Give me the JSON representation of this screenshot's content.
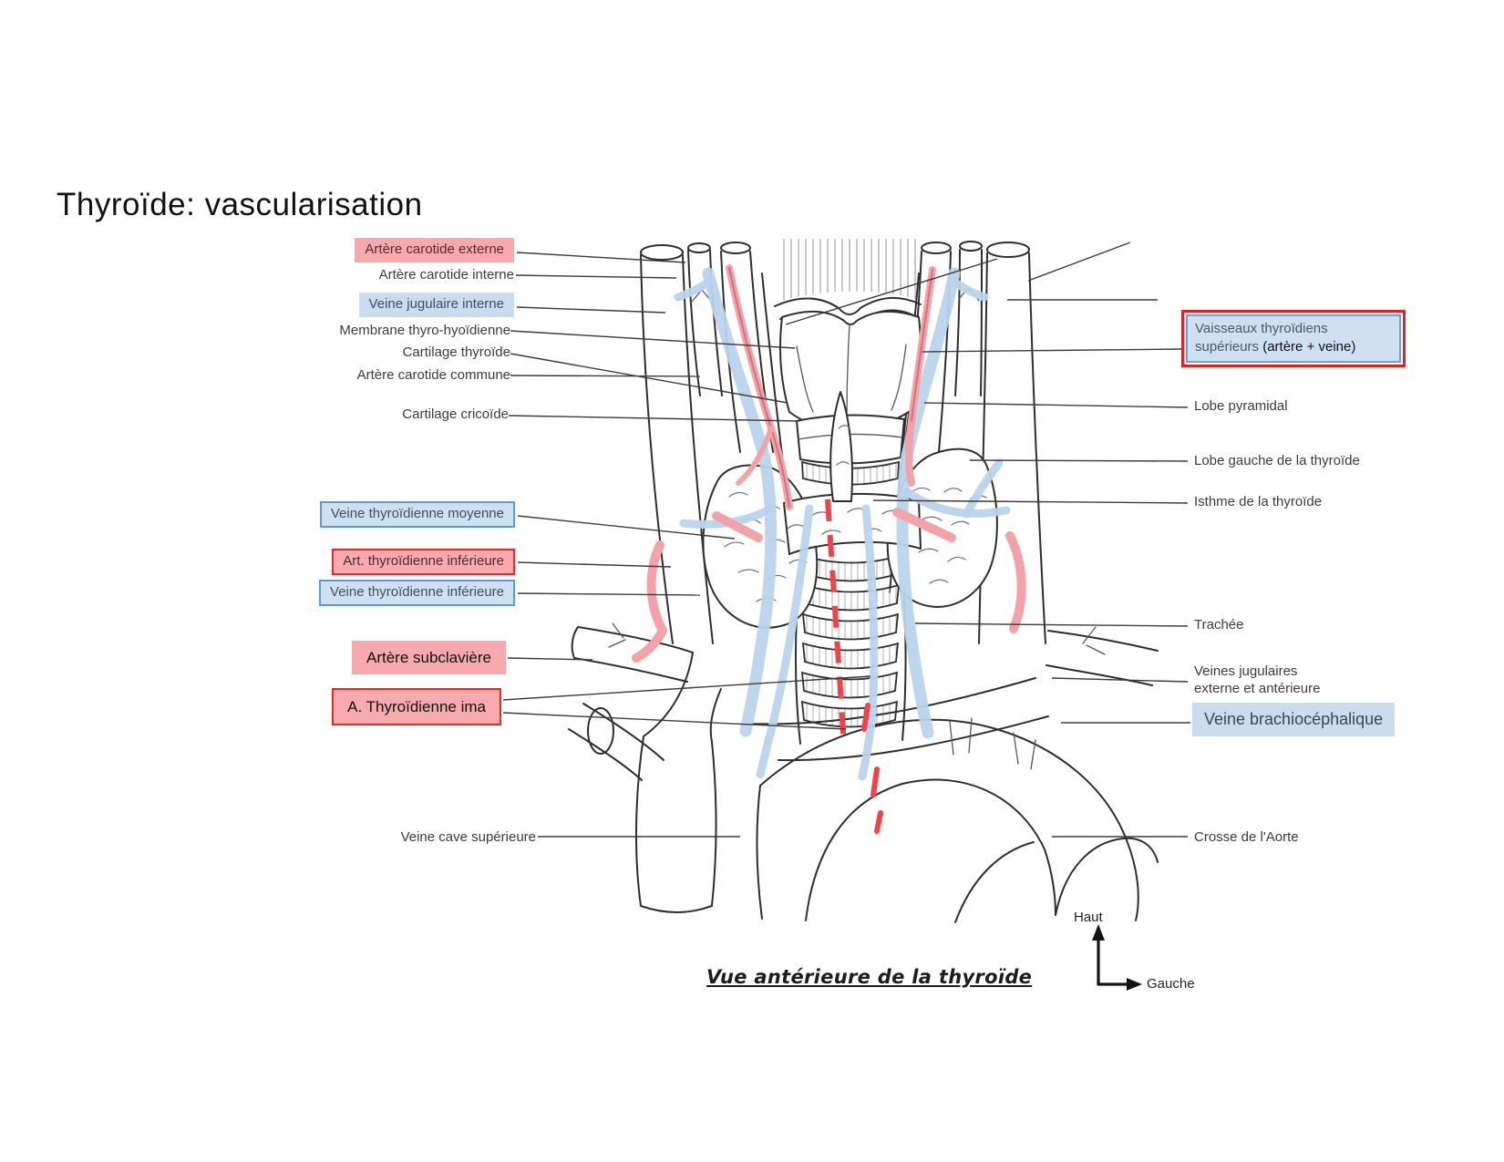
{
  "page": {
    "title": "Thyroïde: vascularisation",
    "caption": "Vue antérieure de la thyroïde"
  },
  "compass": {
    "up_label": "Haut",
    "right_label": "Gauche"
  },
  "colors": {
    "artery_pink": "#f2a2a8",
    "vein_blue": "#b9d3ec",
    "box_pink": "#f7a9ad",
    "box_blue": "#c9dcf0",
    "outline_red": "#ee2524",
    "outline_blue": "#5b9bd5",
    "red_dash": "#ee4348"
  },
  "labels_left": [
    {
      "text": "Artère carotide externe",
      "variant": "pink"
    },
    {
      "text": "Artère carotide interne",
      "variant": "plain"
    },
    {
      "text": "Veine jugulaire interne",
      "variant": "blue"
    },
    {
      "text": "Membrane thyro-hyoïdienne",
      "variant": "plain"
    },
    {
      "text": "Cartilage thyroïde",
      "variant": "plain"
    },
    {
      "text": "Artère carotide commune",
      "variant": "plain"
    },
    {
      "text": "Cartilage cricoïde",
      "variant": "plain"
    },
    {
      "text": "Veine thyroïdienne moyenne",
      "variant": "blue-outline"
    },
    {
      "text": "Art. thyroïdienne inférieure",
      "variant": "pink-outline"
    },
    {
      "text": "Veine thyroïdienne inférieure",
      "variant": "blue-outline"
    },
    {
      "text": "Artère subclavière",
      "variant": "pink-large"
    },
    {
      "text": "A. Thyroïdienne ima",
      "variant": "pink-outline-large"
    },
    {
      "text": "Veine cave supérieure",
      "variant": "plain"
    }
  ],
  "labels_right": {
    "vaisseaux": {
      "line1": "Vaisseaux thyroïdiens",
      "line2": "supérieurs",
      "line2_note": "(artère + veine)"
    },
    "items": [
      {
        "text": "Lobe pyramidal"
      },
      {
        "text": "Lobe gauche de la thyroïde"
      },
      {
        "text": "Isthme de la thyroïde"
      },
      {
        "text": "Trachée"
      },
      {
        "text": "Veines jugulaires",
        "text2": "externe et antérieure"
      },
      {
        "text": "Veine brachiocéphalique"
      },
      {
        "text": "Crosse de l'Aorte"
      }
    ]
  }
}
